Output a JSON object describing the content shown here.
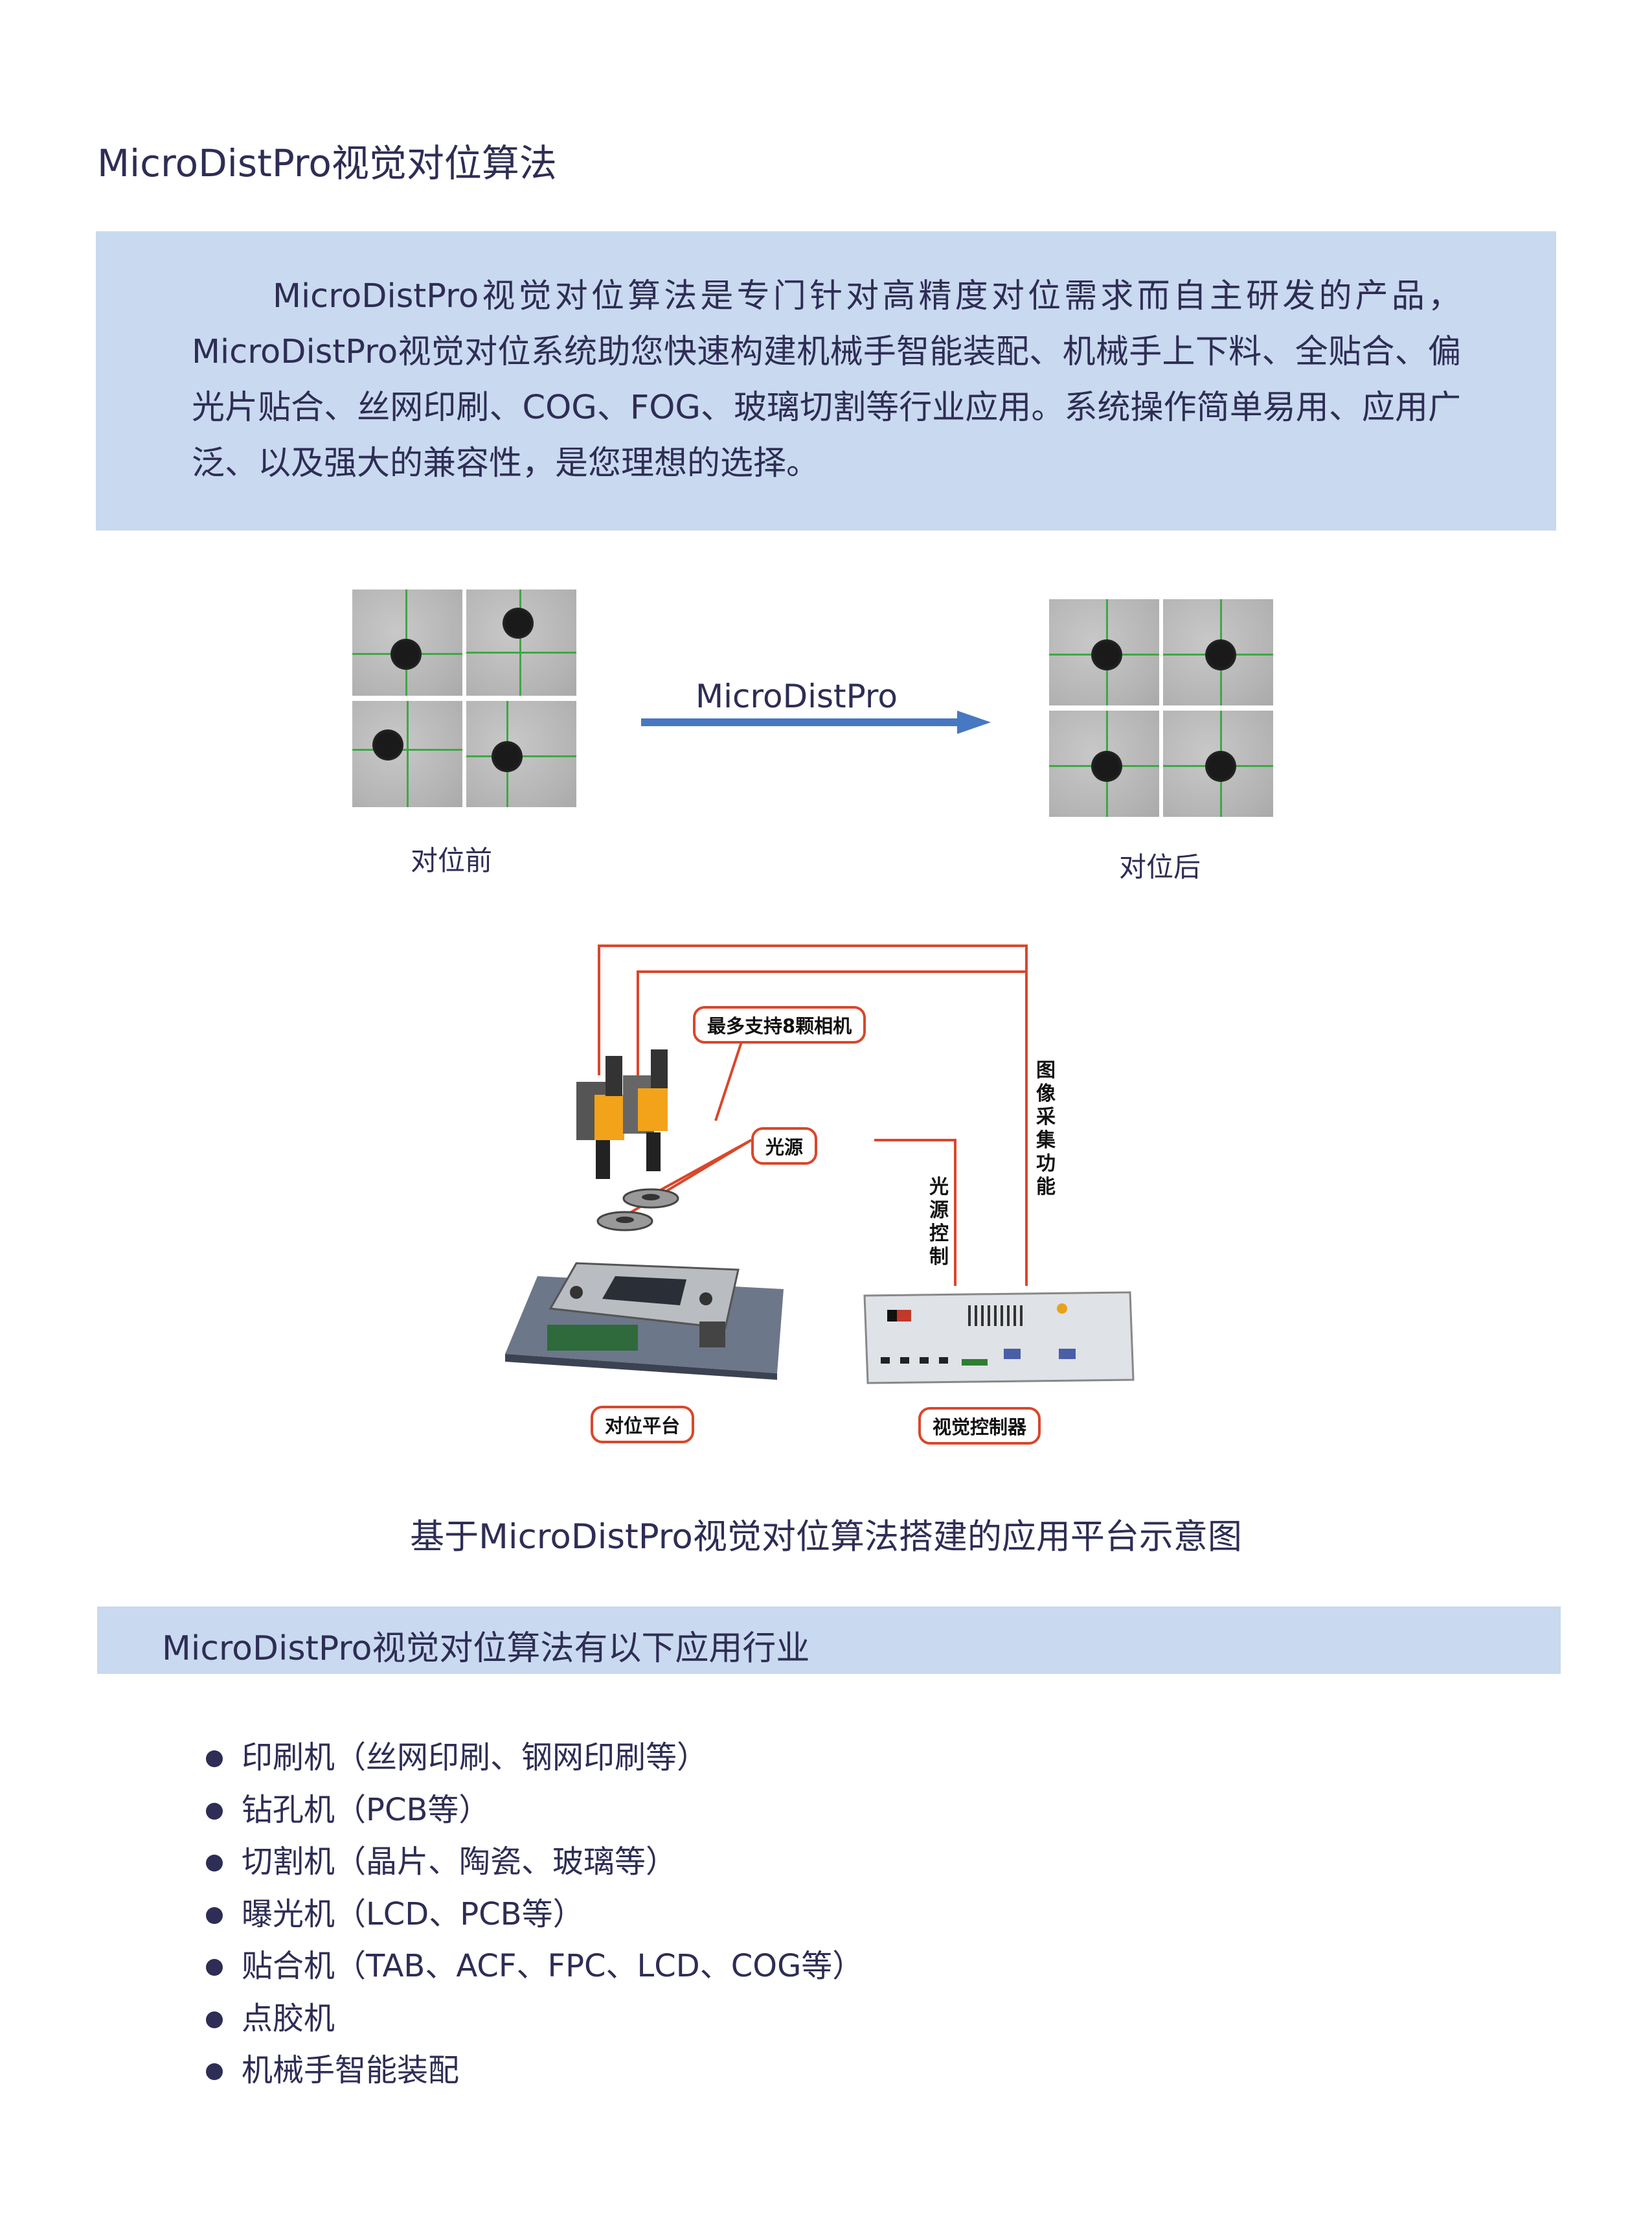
{
  "title": "MicroDistPro视觉对位算法",
  "intro": "MicroDistPro视觉对位算法是专门针对高精度对位需求而自主研发的产品，MicroDistPro视觉对位系统助您快速构建机械手智能装配、机械手上下料、全贴合、偏光片贴合、丝网印刷、COG、FOG、玻璃切割等行业应用。系统操作简单易用、应用广泛、以及强大的兼容性，是您理想的选择。",
  "alignment": {
    "arrow_label": "MicroDistPro",
    "before_caption": "对位前",
    "after_caption": "对位后"
  },
  "diagram": {
    "camera_tag": "最多支持8颗相机",
    "light_tag": "光源",
    "image_label": "图像采集功能",
    "light_control_label": "光源控制",
    "platform_tag": "对位平台",
    "controller_tag": "视觉控制器",
    "caption": "基于MicroDistPro视觉对位算法搭建的应用平台示意图"
  },
  "applications": {
    "heading": "MicroDistPro视觉对位算法有以下应用行业",
    "items": [
      "印刷机（丝网印刷、钢网印刷等）",
      "钻孔机（PCB等）",
      "切割机（晶片、陶瓷、玻璃等）",
      "曝光机（LCD、PCB等）",
      "贴合机（TAB、ACF、FPC、LCD、COG等）",
      "点胶机",
      "机械手智能装配"
    ]
  }
}
